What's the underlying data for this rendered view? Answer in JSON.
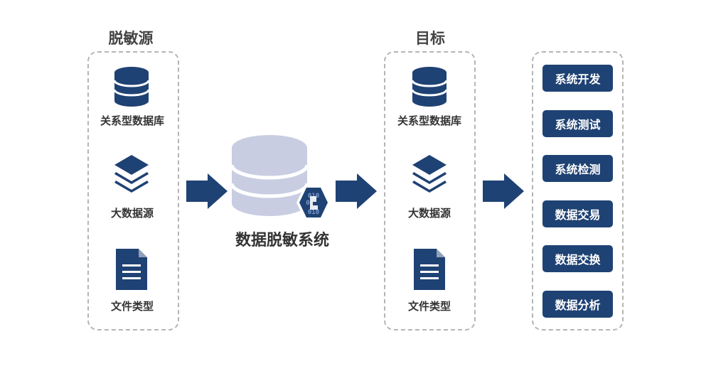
{
  "colors": {
    "navy": "#1f4274",
    "db_gray": "#c8cde2",
    "border": "#b5b5b5"
  },
  "left_panel": {
    "heading": "脱敏源",
    "items": [
      {
        "icon": "database-icon",
        "label": "关系型数据库"
      },
      {
        "icon": "layers-icon",
        "label": "大数据源"
      },
      {
        "icon": "document-icon",
        "label": "文件类型"
      }
    ]
  },
  "center": {
    "title": "数据脱敏系统",
    "icon": "database-with-shield-icon",
    "badge_bits": [
      "010",
      "0",
      "010"
    ]
  },
  "middle_panel": {
    "heading": "目标",
    "items": [
      {
        "icon": "database-icon",
        "label": "关系型数据库"
      },
      {
        "icon": "layers-icon",
        "label": "大数据源"
      },
      {
        "icon": "document-icon",
        "label": "文件类型"
      }
    ]
  },
  "right_panel": {
    "buttons": [
      "系统开发",
      "系统测试",
      "系统检测",
      "数据交易",
      "数据交换",
      "数据分析"
    ]
  }
}
